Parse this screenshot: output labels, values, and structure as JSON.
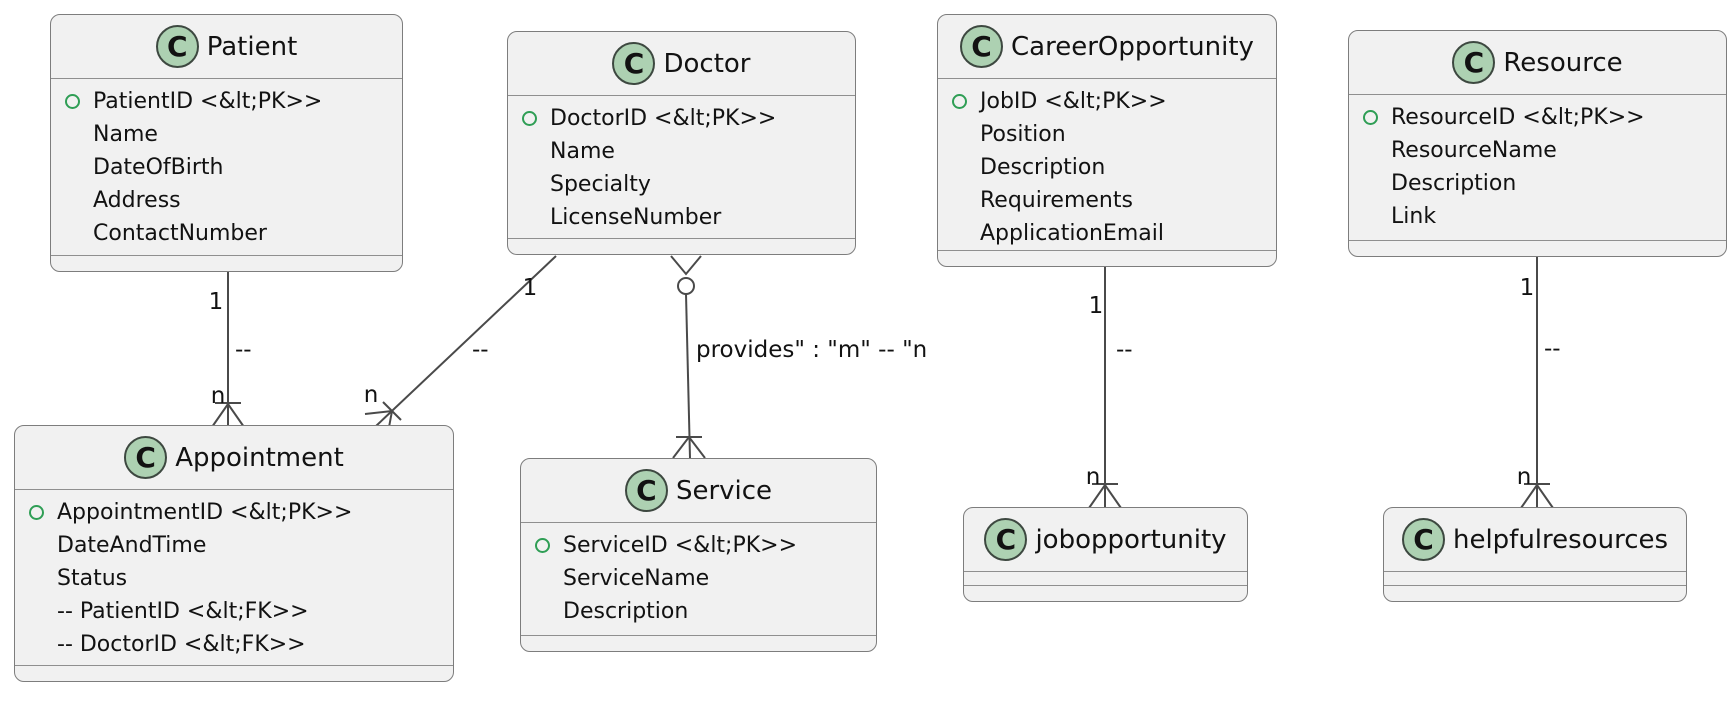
{
  "icons": {
    "class_letter": "C"
  },
  "colors": {
    "class_fill": "#f1f1f1",
    "class_border": "#7d7d7d",
    "class_icon_fill": "#ADD1B2",
    "class_icon_border": "#3d4840",
    "field_bullet": "#2f9e55",
    "relation_line": "#4a4a4a",
    "text": "#121212",
    "background": "#ffffff"
  },
  "classes": [
    {
      "name": "Patient",
      "attributes": [
        {
          "text": "PatientID <&lt;PK>>",
          "bullet": true
        },
        {
          "text": "Name"
        },
        {
          "text": "DateOfBirth"
        },
        {
          "text": "Address"
        },
        {
          "text": "ContactNumber"
        }
      ]
    },
    {
      "name": "Doctor",
      "attributes": [
        {
          "text": "DoctorID <&lt;PK>>",
          "bullet": true
        },
        {
          "text": "Name"
        },
        {
          "text": "Specialty"
        },
        {
          "text": "LicenseNumber"
        }
      ]
    },
    {
      "name": "CareerOpportunity",
      "attributes": [
        {
          "text": "JobID <&lt;PK>>",
          "bullet": true
        },
        {
          "text": "Position"
        },
        {
          "text": "Description"
        },
        {
          "text": "Requirements"
        },
        {
          "text": "ApplicationEmail"
        }
      ]
    },
    {
      "name": "Resource",
      "attributes": [
        {
          "text": "ResourceID <&lt;PK>>",
          "bullet": true
        },
        {
          "text": "ResourceName"
        },
        {
          "text": "Description"
        },
        {
          "text": "Link"
        }
      ]
    },
    {
      "name": "Appointment",
      "attributes": [
        {
          "text": "AppointmentID <&lt;PK>>",
          "bullet": true
        },
        {
          "text": "DateAndTime"
        },
        {
          "text": "Status"
        },
        {
          "text": "-- PatientID <&lt;FK>>"
        },
        {
          "text": "-- DoctorID <&lt;FK>>"
        }
      ]
    },
    {
      "name": "Service",
      "attributes": [
        {
          "text": "ServiceID <&lt;PK>>",
          "bullet": true
        },
        {
          "text": "ServiceName"
        },
        {
          "text": "Description"
        }
      ]
    },
    {
      "name": "jobopportunity",
      "attributes": []
    },
    {
      "name": "helpfulresources",
      "attributes": []
    }
  ],
  "relations": [
    {
      "from": "Patient",
      "to": "Appointment",
      "from_label": "1",
      "mid_label": "--",
      "to_label": "n"
    },
    {
      "from": "Doctor",
      "to": "Appointment",
      "from_label": "1",
      "mid_label": "--",
      "to_label": "n"
    },
    {
      "from": "Doctor",
      "to": "Service",
      "label": "provides\" : \"m\" -- \"n"
    },
    {
      "from": "CareerOpportunity",
      "to": "jobopportunity",
      "from_label": "1",
      "mid_label": "--",
      "to_label": "n"
    },
    {
      "from": "Resource",
      "to": "helpfulresources",
      "from_label": "1",
      "mid_label": "--",
      "to_label": "n"
    }
  ]
}
